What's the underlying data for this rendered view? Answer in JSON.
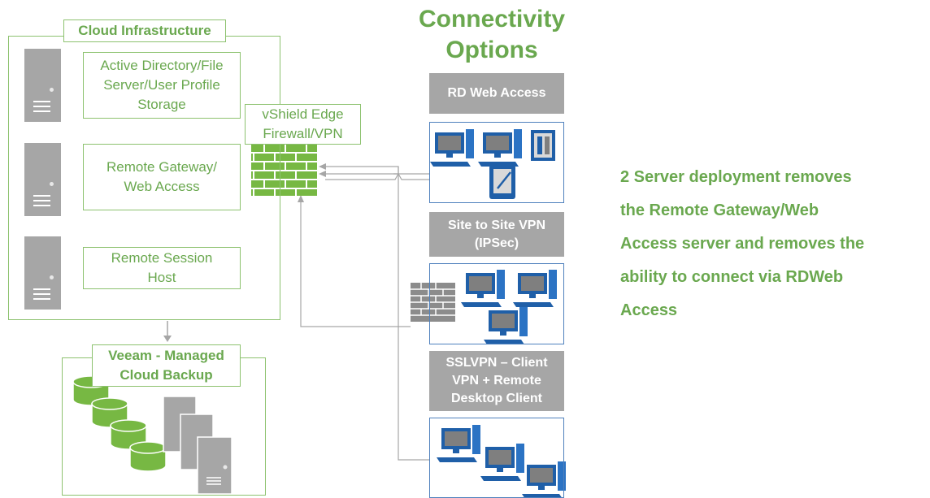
{
  "title": {
    "line1": "Connectivity",
    "line2": "Options"
  },
  "cloud_infrastructure": {
    "label": "Cloud Infrastructure",
    "servers": [
      {
        "line1": "Active Directory/File",
        "line2": "Server/User Profile",
        "line3": "Storage"
      },
      {
        "line1": "Remote Gateway/",
        "line2": "Web Access"
      },
      {
        "line1": "Remote Session",
        "line2": "Host"
      }
    ]
  },
  "firewall": {
    "line1": "vShield Edge",
    "line2": "Firewall/VPN"
  },
  "backup": {
    "line1": "Veeam - Managed",
    "line2": "Cloud Backup"
  },
  "options": [
    {
      "line1": "RD Web Access"
    },
    {
      "line1": "Site to Site VPN",
      "line2": "(IPSec)"
    },
    {
      "line1": "SSLVPN – Client",
      "line2": "VPN + Remote",
      "line3": "Desktop Client"
    }
  ],
  "note": {
    "lines": [
      "2 Server deployment removes",
      "the Remote Gateway/Web",
      "Access server and removes the",
      "ability to connect via RDWeb",
      "Access"
    ]
  },
  "colors": {
    "green": "#6aa84f",
    "border_green": "#8dc26f",
    "grey": "#a6a6a6",
    "blue": "#4f81bd",
    "firewall_green": "#77b843"
  },
  "icons": [
    "server-icon",
    "firewall-icon",
    "desktop-icon",
    "tablet-icon",
    "database-icon"
  ]
}
